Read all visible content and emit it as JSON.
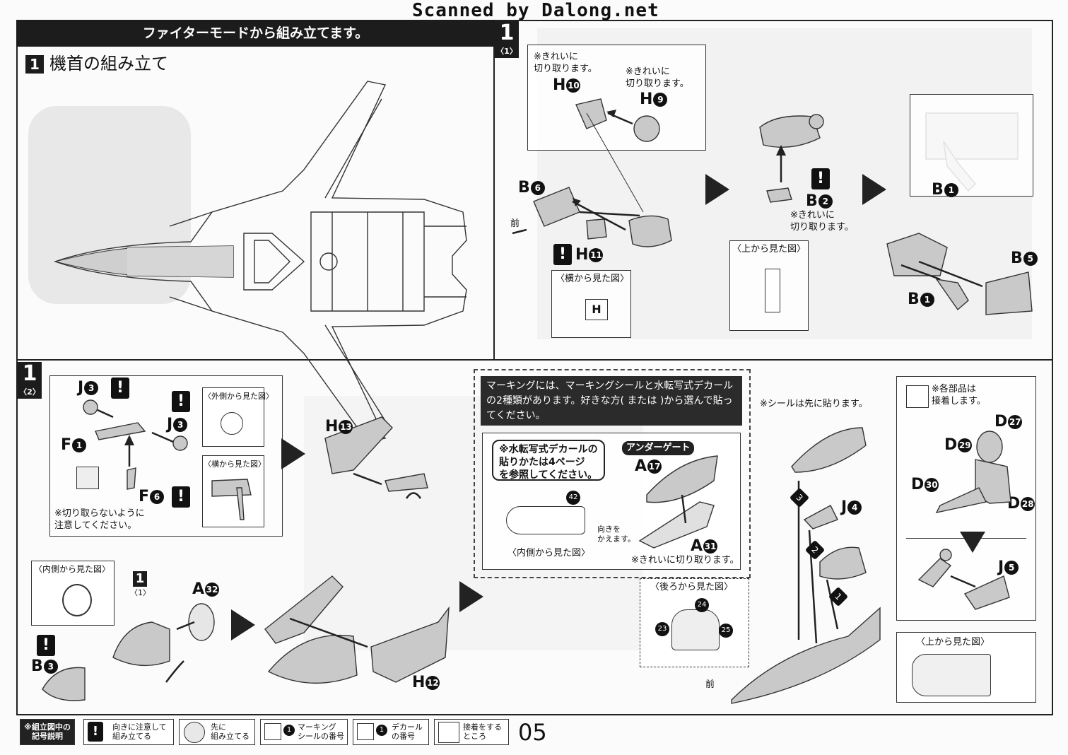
{
  "header": {
    "scanned_by": "Scanned by Dalong.net"
  },
  "banner": {
    "title": "ファイターモードから組み立てます。"
  },
  "section1": {
    "number": "1",
    "title": "機首の組み立て"
  },
  "step1_1": {
    "number": "1",
    "sub": "〈1〉",
    "note_h10": "※きれいに\n切り取ります。",
    "note_h9": "※きれいに\n切り取ります。",
    "note_b2": "※きれいに\n切り取ります。",
    "front": "前",
    "side_view": "〈横から見た図〉",
    "top_view": "〈上から見た図〉",
    "parts": {
      "h10": "H",
      "h10n": "10",
      "h9": "H",
      "h9n": "9",
      "b6": "B",
      "b6n": "6",
      "h11": "H",
      "h11n": "11",
      "b2": "B",
      "b2n": "2",
      "b1a": "B",
      "b1an": "1",
      "b5": "B",
      "b5n": "5",
      "b1b": "B",
      "b1bn": "1"
    }
  },
  "step1_2": {
    "number": "1",
    "sub": "〈2〉",
    "outside_view": "〈外側から見た図〉",
    "side_view": "〈横から見た図〉",
    "inside_view": "〈内側から見た図〉",
    "note": "※切り取らないように\n注意してください。",
    "ref": "1",
    "ref_sub": "〈1〉",
    "parts": {
      "j3a": "J",
      "j3an": "3",
      "j3b": "J",
      "j3bn": "3",
      "f1": "F",
      "f1n": "1",
      "f6": "F",
      "f6n": "6",
      "h13": "H",
      "h13n": "13",
      "a32": "A",
      "a32n": "32",
      "b3": "B",
      "b3n": "3",
      "h12": "H",
      "h12n": "12"
    }
  },
  "marking": {
    "text": "マーキングには、マーキングシールと水転写式デカールの2種類があります。好きな方(  または  )から選んで貼ってください。",
    "decal_note": "※水転写式デカールの\n貼りかたは4ページ\nを参照してください。",
    "under_gate": "アンダーゲート",
    "inside_view": "〈内側から見た図〉",
    "turn": "向きを\nかえます。",
    "cut_note": "※きれいに切り取ります。",
    "rear_view": "〈後ろから見た図〉",
    "sticker_first": "※シールは先に貼ります。",
    "parts": {
      "a17": "A",
      "a17n": "17",
      "a31": "A",
      "a31n": "31",
      "j4": "J",
      "j4n": "4"
    },
    "decals": {
      "d42": "42",
      "d23": "23",
      "d24": "24",
      "d25": "25"
    },
    "order": {
      "o1": "1",
      "o2": "2",
      "o3": "3"
    },
    "front": "前"
  },
  "pilot": {
    "glue_note": "※各部品は\n接着します。",
    "top_view": "〈上から見た図〉",
    "parts": {
      "d27": "D",
      "d27n": "27",
      "d29": "D",
      "d29n": "29",
      "d30": "D",
      "d30n": "30",
      "d28": "D",
      "d28n": "28",
      "j5": "J",
      "j5n": "5"
    }
  },
  "legend": {
    "title": "※組立図中の\n記号説明",
    "warn": "向きに注意して\n組み立てる",
    "first": "先に\n組み立てる",
    "sticker": "マーキング\nシールの番号",
    "decal": "デカール\nの番号",
    "glue": "接着をする\nところ",
    "num": "1"
  },
  "page_number": "05"
}
